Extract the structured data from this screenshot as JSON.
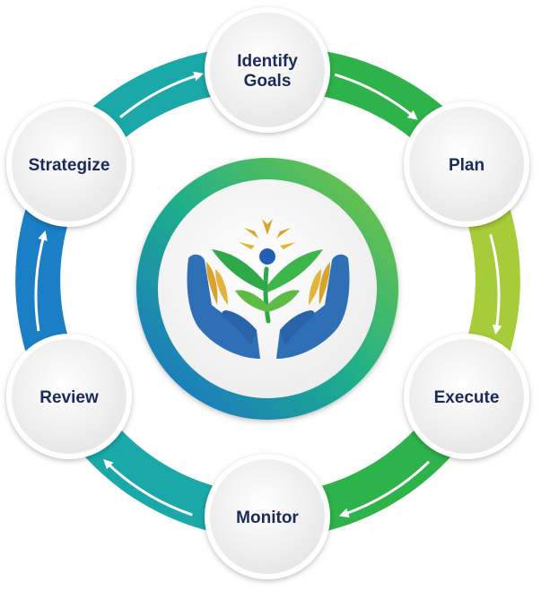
{
  "cycle": {
    "steps": [
      {
        "id": "identify-goals",
        "lines": [
          "Identify",
          "Goals"
        ]
      },
      {
        "id": "plan",
        "lines": [
          "Plan"
        ]
      },
      {
        "id": "execute",
        "lines": [
          "Execute"
        ]
      },
      {
        "id": "monitor",
        "lines": [
          "Monitor"
        ]
      },
      {
        "id": "review",
        "lines": [
          "Review"
        ]
      },
      {
        "id": "strategize",
        "lines": [
          "Strategize"
        ]
      }
    ],
    "colors": {
      "teal": "#1aa9a8",
      "green": "#2eb24a",
      "lime": "#a6cd39",
      "blue": "#1a7fc4",
      "node_fill": "#f4f4f4",
      "label": "#1b2a5c"
    }
  },
  "center_logo": {
    "icon": "hands-holding-plant-icon",
    "colors": {
      "hands": "#2f6fb6",
      "leaves": "#2fa84a",
      "gold": "#d8a32a",
      "dot": "#1f60b3"
    }
  }
}
